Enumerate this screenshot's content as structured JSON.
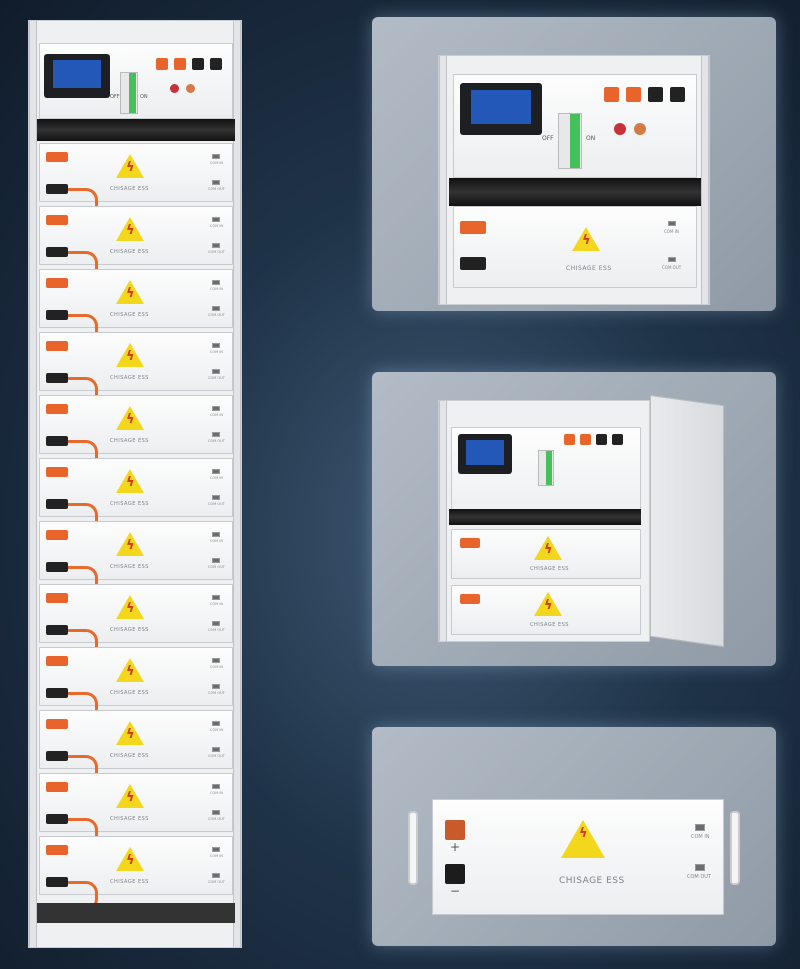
{
  "product": {
    "brand": "CHISAGE ESS",
    "com_in_label": "COM IN",
    "com_out_label": "COM OUT",
    "breaker_off_label": "OFF",
    "breaker_on_label": "ON",
    "positive_label": "+",
    "negative_label": "−"
  },
  "tall_rack": {
    "module_count": 12
  },
  "colors": {
    "orange": "#e9642a",
    "screen_blue": "#2357b8",
    "warning_yellow": "#f2d71d",
    "breaker_green": "#43c15a"
  }
}
